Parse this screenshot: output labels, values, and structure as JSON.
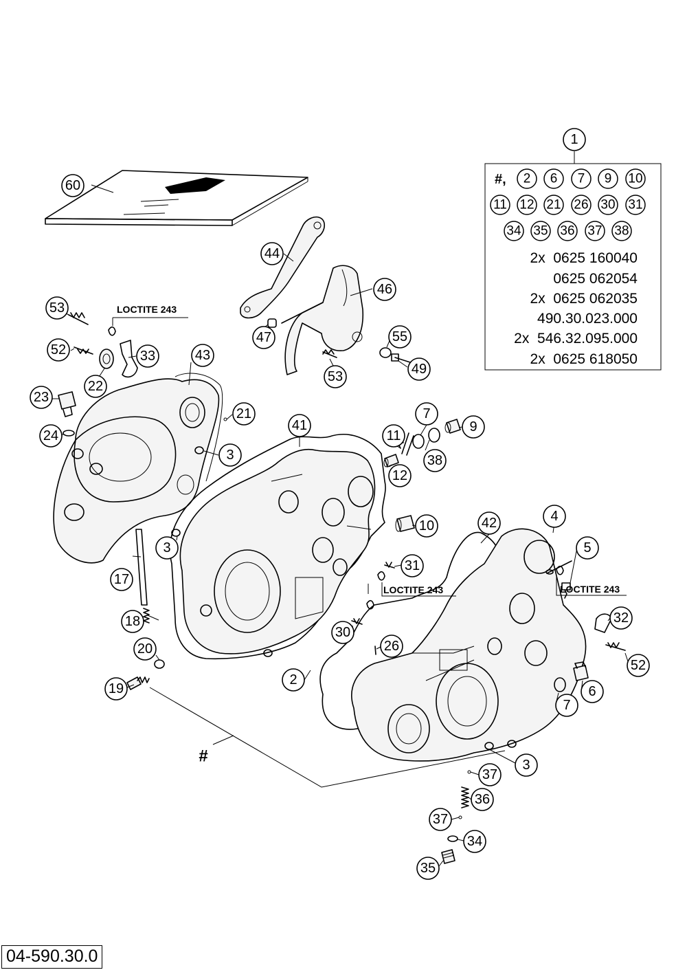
{
  "drawing_ref": "04-590.30.0",
  "loctite_label": "LOCTITE 243",
  "hash_mark": "#",
  "kit": {
    "number": "1",
    "hash_prefix": "#,",
    "row1": [
      "2",
      "6",
      "7",
      "9",
      "10"
    ],
    "row2": [
      "11",
      "12",
      "21",
      "26",
      "30",
      "31"
    ],
    "row3": [
      "34",
      "35",
      "36",
      "37",
      "38"
    ],
    "lines": [
      "2x  0625 160040",
      "0625 062054",
      "2x  0625 062035",
      "490.30.023.000",
      "2x  546.32.095.000",
      "2x  0625 618050"
    ]
  },
  "callouts": {
    "c60": "60",
    "c44": "44",
    "c46": "46",
    "c53a": "53",
    "c52a": "52",
    "c33": "33",
    "c43": "43",
    "c22": "22",
    "c47": "47",
    "c55": "55",
    "c53b": "53",
    "c49": "49",
    "c23": "23",
    "c21": "21",
    "c24": "24",
    "c3a": "3",
    "c41": "41",
    "c7a": "7",
    "c9": "9",
    "c11": "11",
    "c38": "38",
    "c12": "12",
    "c3b": "3",
    "c10": "10",
    "c42": "42",
    "c4": "4",
    "c5": "5",
    "c17": "17",
    "c31": "31",
    "c18": "18",
    "c30": "30",
    "c26": "26",
    "c32": "32",
    "c20": "20",
    "c2": "2",
    "c52b": "52",
    "c6": "6",
    "c7b": "7",
    "c19": "19",
    "c3c": "3",
    "c37a": "37",
    "c36": "36",
    "c37b": "37",
    "c34": "34",
    "c35": "35"
  }
}
